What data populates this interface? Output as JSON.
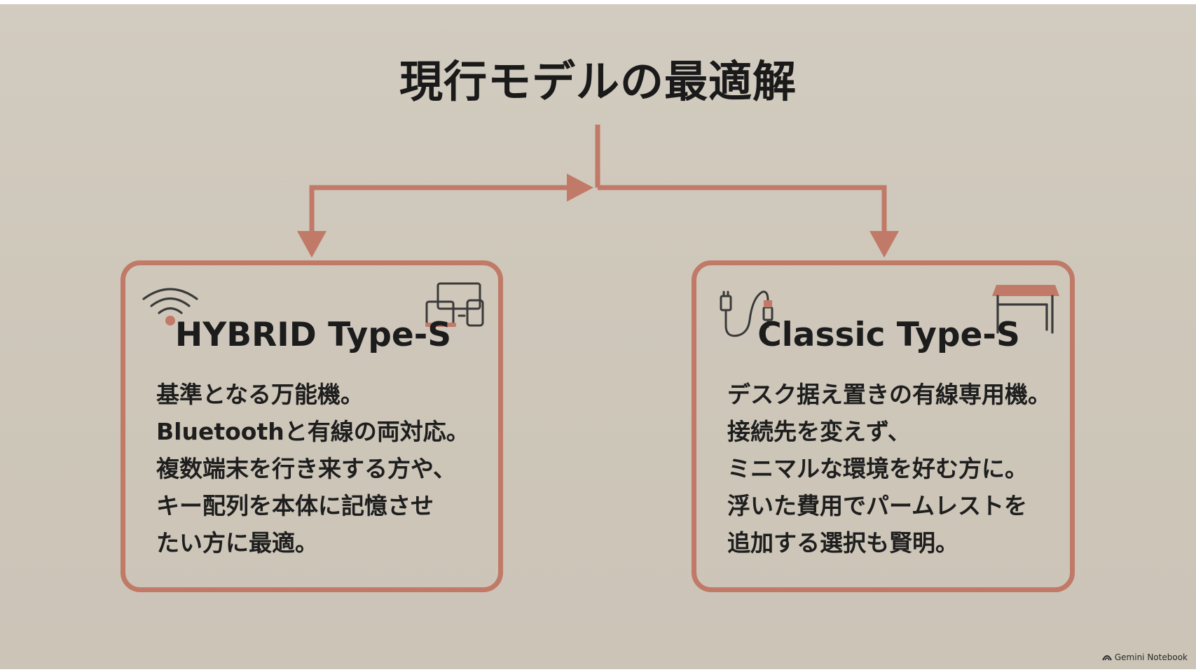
{
  "title": "現行モデルの最適解",
  "options": [
    {
      "name": "HYBRID Type-S",
      "lines": [
        "基準となる万能機。",
        "Bluetoothと有線の両対応。",
        "複数端末を行き来する方や、",
        "キー配列を本体に記憶させ",
        "たい方に最適。"
      ],
      "icons": [
        "wifi-icon",
        "multi-device-icon"
      ]
    },
    {
      "name": "Classic Type-S",
      "lines": [
        "デスク据え置きの有線専用機。",
        "接続先を変えず、",
        "ミニマルな環境を好む方に。",
        "浮いた費用でパームレストを",
        "追加する選択も賢明。"
      ],
      "icons": [
        "usb-cable-icon",
        "desk-icon"
      ]
    }
  ],
  "watermark": "Gemini Notebook",
  "colors": {
    "background": "#cfc8bb",
    "accent": "#c07a67",
    "text": "#1c1c1c"
  }
}
